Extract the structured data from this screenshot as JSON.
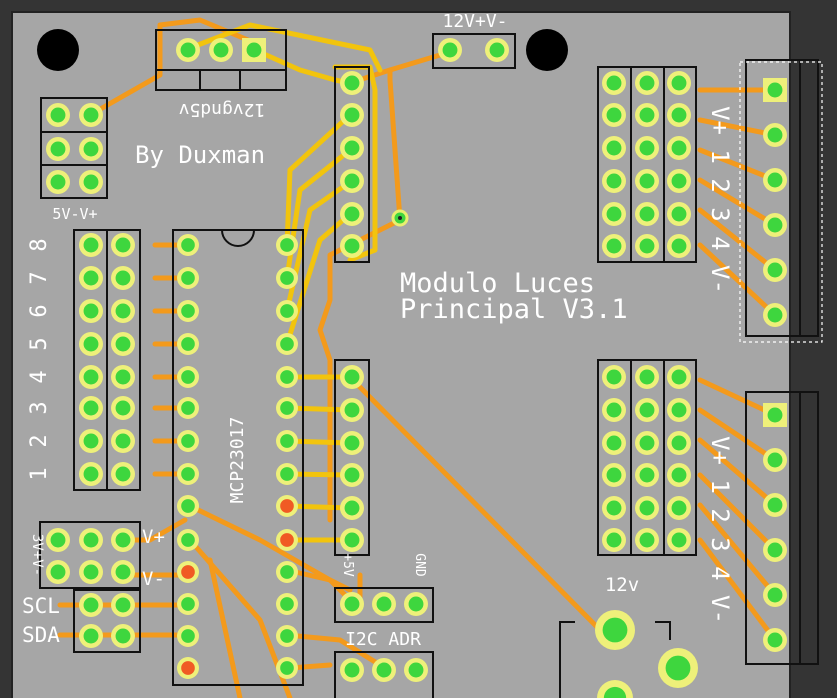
{
  "board": {
    "title_line1": "Modulo Luces",
    "title_line2": "Principal V3.1",
    "author": "By Duxman"
  },
  "labels": {
    "top_header": "12vgnd5v",
    "power_out": "12V+V-",
    "supply_select": "5V-V+",
    "chip": "MCP23017",
    "left_numbers": [
      "8",
      "7",
      "6",
      "5",
      "4",
      "3",
      "2",
      "1"
    ],
    "i2c_power": "3V+V-",
    "v_plus": "V+",
    "v_minus": "V-",
    "scl": "SCL",
    "sda": "SDA",
    "addr_vcc": "+5V",
    "addr_gnd": "GND",
    "i2c_adr": "I2C ADR",
    "twelve_v": "12v",
    "conn_right_top": "V+ 1 2 3 4 V-",
    "conn_right_bottom": "V+ 1 2 3 4 V-"
  },
  "colors": {
    "board": "#a6a6a6",
    "background": "#343434",
    "trace_orange": "#f39a1c",
    "trace_yellow": "#f2c40d",
    "pad_ring": "#eef07a",
    "pad_center": "#3ed63e",
    "pad_red": "#f05a24",
    "silkscreen": "#ffffff",
    "outline": "#111111"
  }
}
